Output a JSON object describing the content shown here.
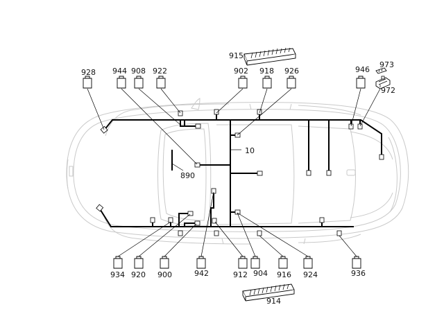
{
  "diagram": {
    "callouts": {
      "c915": "915",
      "c928": "928",
      "c944": "944",
      "c908": "908",
      "c922": "922",
      "c902": "902",
      "c918": "918",
      "c926": "926",
      "c946": "946",
      "c973": "973",
      "c972": "972",
      "c10": "10",
      "c890": "890",
      "c934": "934",
      "c920": "920",
      "c900": "900",
      "c942": "942",
      "c912": "912",
      "c904": "904",
      "c916": "916",
      "c924": "924",
      "c936": "936",
      "c914": "914"
    }
  }
}
